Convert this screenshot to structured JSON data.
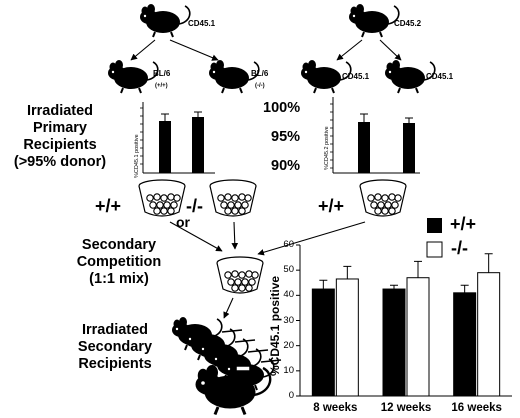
{
  "donors": {
    "left": {
      "strain": "CD45.1"
    },
    "right": {
      "strain": "CD45.2"
    }
  },
  "progeny": {
    "bl6_wt": {
      "label": "BL/6",
      "genotype": "(+/+)"
    },
    "bl6_ko": {
      "label": "BL/6",
      "genotype": "(-/-)"
    },
    "right_a": {
      "label": "CD45.1"
    },
    "right_b": {
      "label": "CD45.1"
    }
  },
  "steps": {
    "primary": "Irradiated\nPrimary\nRecipients\n(>95% donor)",
    "secondary": "Secondary\nCompetition\n(1:1 mix)",
    "irradiated_secondary": "Irradiated\nSecondary\nRecipients"
  },
  "percent_scale": [
    "100%",
    "95%",
    "90%"
  ],
  "mini_charts": {
    "left": {
      "ylabel": "%CD45.1 positive",
      "values": [
        97.0,
        97.6
      ]
    },
    "right": {
      "ylabel": "%CD45.2 positive",
      "values": [
        97.3,
        97.1
      ]
    }
  },
  "genotype_labels": {
    "wt_left": "+/+",
    "ko_left": "-/-",
    "or_word": "or",
    "wt_right": "+/+"
  },
  "legend": {
    "wt": "+/+",
    "ko": "-/-"
  },
  "chart_data": {
    "type": "bar",
    "categories": [
      "8 weeks",
      "12 weeks",
      "16 weeks"
    ],
    "series": [
      {
        "name": "+/+",
        "values": [
          42.5,
          42.5,
          41
        ],
        "errors": [
          3.5,
          1.5,
          3
        ],
        "color": "#000000"
      },
      {
        "name": "-/-",
        "values": [
          46.5,
          47,
          49
        ],
        "errors": [
          5,
          6.5,
          7.5
        ],
        "color": "#ffffff"
      }
    ],
    "ylabel": "%CD45.1 positive",
    "ylim": [
      0,
      60
    ],
    "yticks": [
      "0",
      "10",
      "20",
      "30",
      "40",
      "50",
      "60"
    ],
    "legend_position": "top"
  }
}
